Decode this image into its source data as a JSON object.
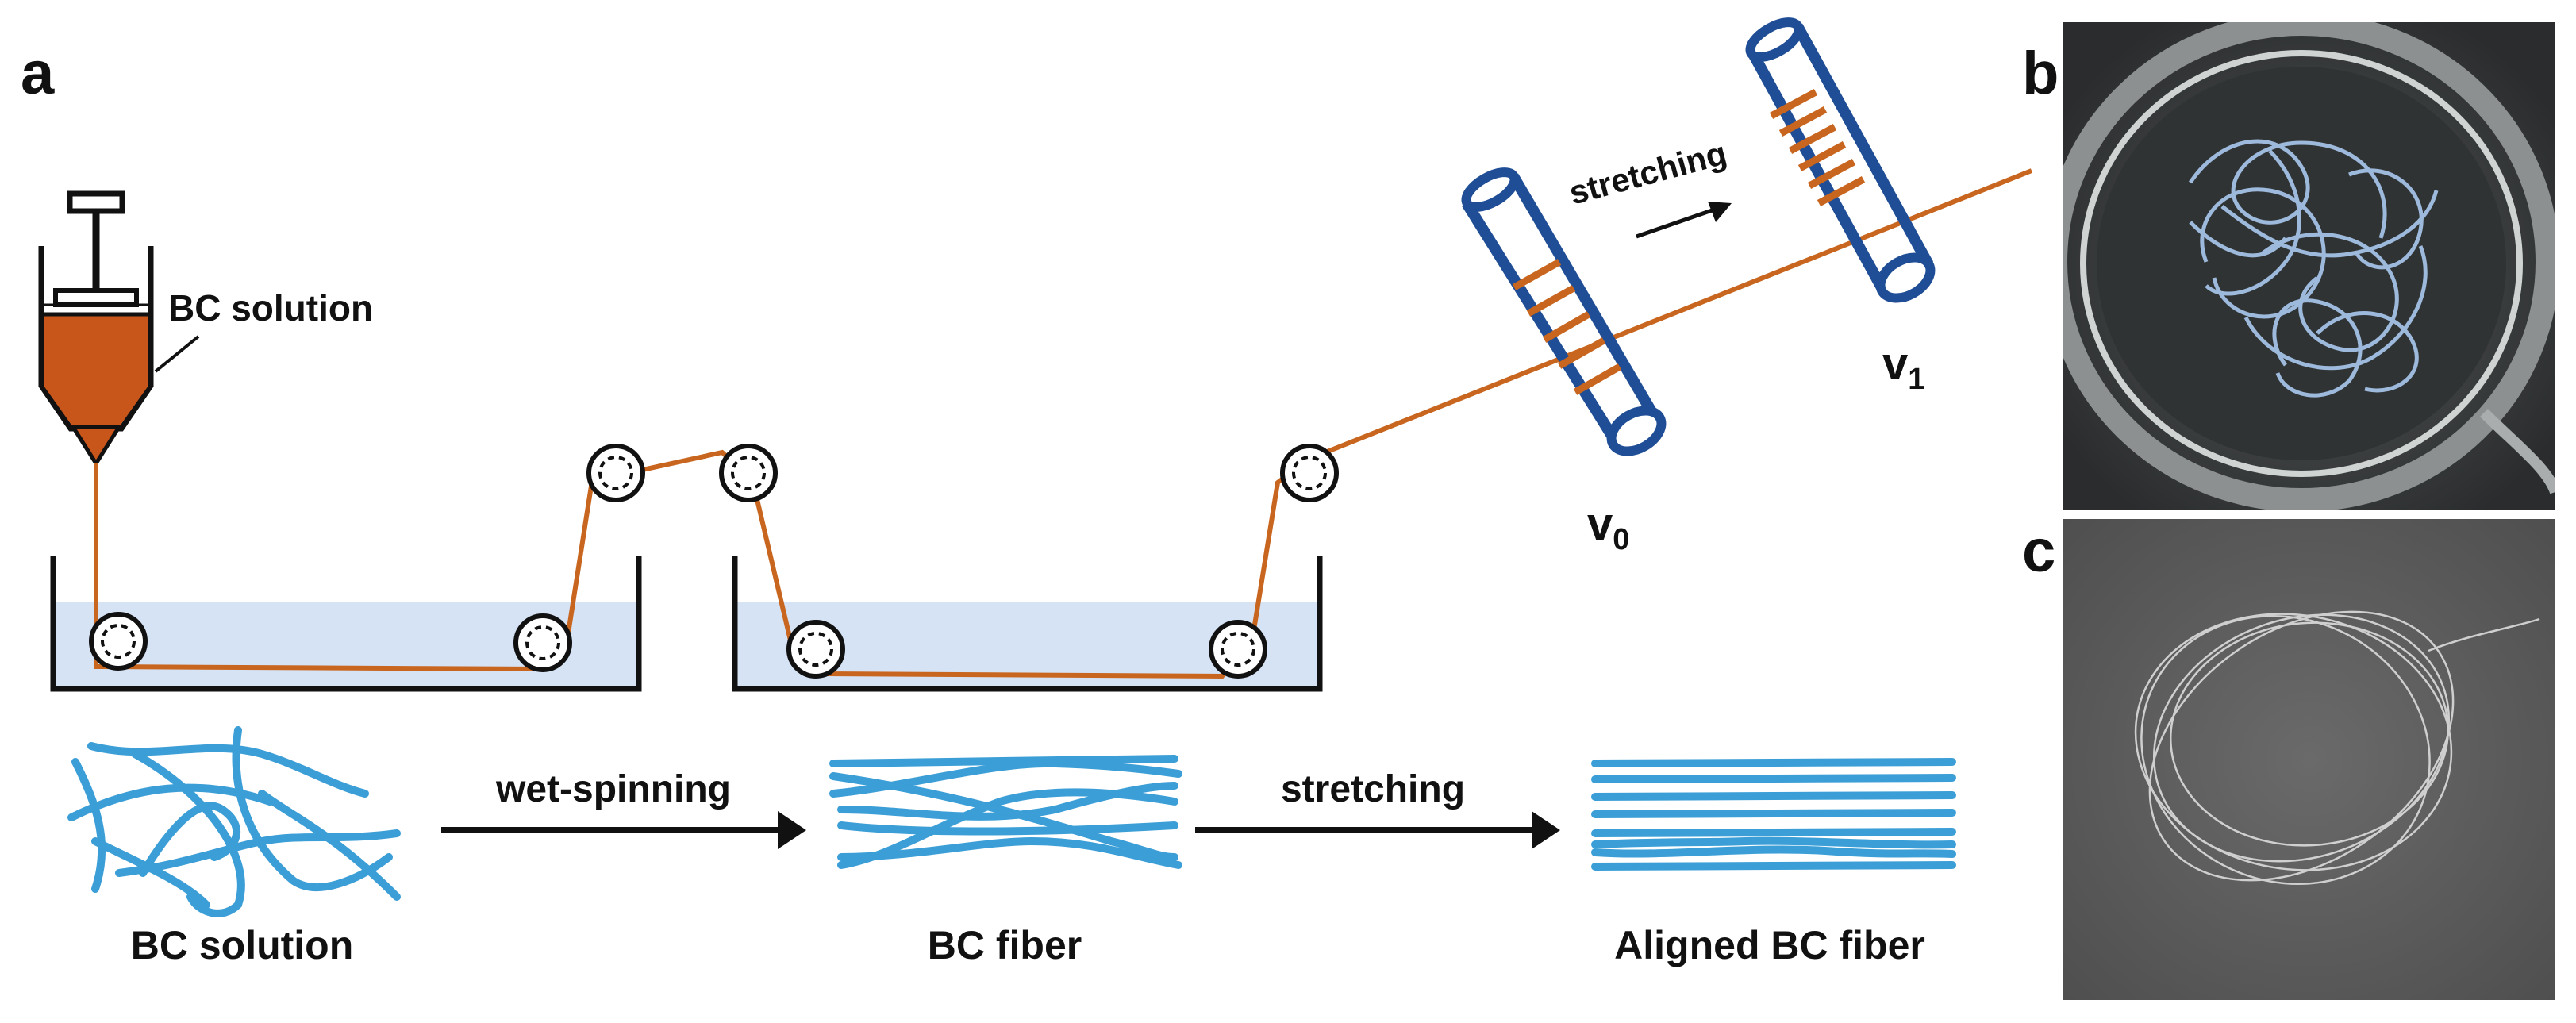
{
  "panels": {
    "a": "a",
    "b": "b",
    "c": "c"
  },
  "labels": {
    "syringe": "BC solution",
    "speed_start": "v",
    "speed_start_sub": "0",
    "speed_end": "v",
    "speed_end_sub": "1",
    "stretching_top": "stretching",
    "process_step1": "wet-spinning",
    "process_step2": "stretching",
    "stage1": "BC solution",
    "stage2": "BC fiber",
    "stage3": "Aligned BC fiber"
  },
  "colors": {
    "fiber_line": "#C8651E",
    "syringe_fill": "#C8551A",
    "bath_water": "#D6E3F5",
    "roller_blue": "#1F4E96",
    "fiber_blue": "#3B9ED6",
    "photo_b_bg": "#3a3d3e",
    "photo_c_bg": "#5c5c5c"
  }
}
